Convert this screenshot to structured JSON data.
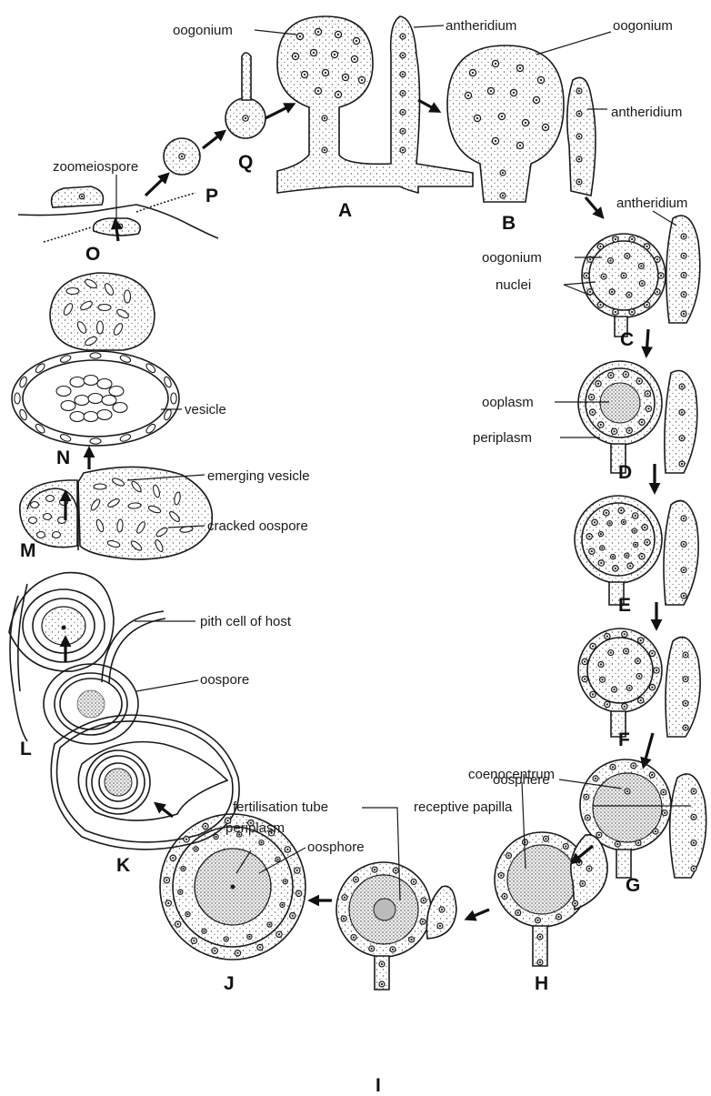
{
  "labels": {
    "oogonium_a": "oogonium",
    "antheridium_a": "antheridium",
    "oogonium_b": "oogonium",
    "antheridium_b": "antheridium",
    "antheridium_c": "antheridium",
    "oogonium_c": "oogonium",
    "nuclei": "nuclei",
    "ooplasm": "ooplasm",
    "periplasm_d": "periplasm",
    "oosphere": "oosphere",
    "receptive_papilla": "receptive papilla",
    "coenocentrum": "coenocentrum",
    "fertilisation_tube": "fertilisation tube",
    "periplasm_j": "periplasm",
    "oosphore": "oosphore",
    "oospore": "oospore",
    "pith_cell": "pith cell of host",
    "cracked_oospore": "cracked oospore",
    "emerging_vesicle": "emerging vesicle",
    "vesicle": "vesicle",
    "zoomeiospore": "zoomeiospore"
  },
  "stages": {
    "A": "A",
    "B": "B",
    "C": "C",
    "D": "D",
    "E": "E",
    "F": "F",
    "G": "G",
    "H": "H",
    "I": "I",
    "J": "J",
    "K": "K",
    "L": "L",
    "M": "M",
    "N": "N",
    "O": "O",
    "P": "P",
    "Q": "Q"
  }
}
